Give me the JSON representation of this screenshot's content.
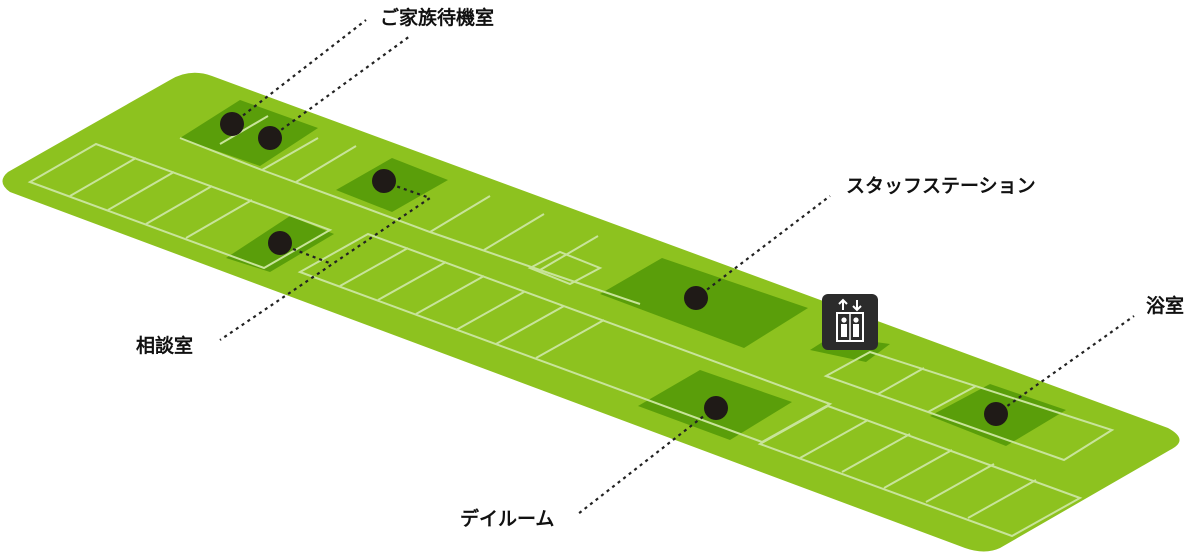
{
  "labels": {
    "family_waiting": "ご家族待機室",
    "staff_station": "スタッフステーション",
    "consultation": "相談室",
    "bath": "浴室",
    "day_room": "デイルーム"
  },
  "colors": {
    "floor": "#8dc21f",
    "room_dark": "#5a9e0a",
    "outline": "#c8e49a",
    "marker": "#1f1a17",
    "leader": "#222222"
  },
  "icons": {
    "elevator": "elevator-icon"
  }
}
